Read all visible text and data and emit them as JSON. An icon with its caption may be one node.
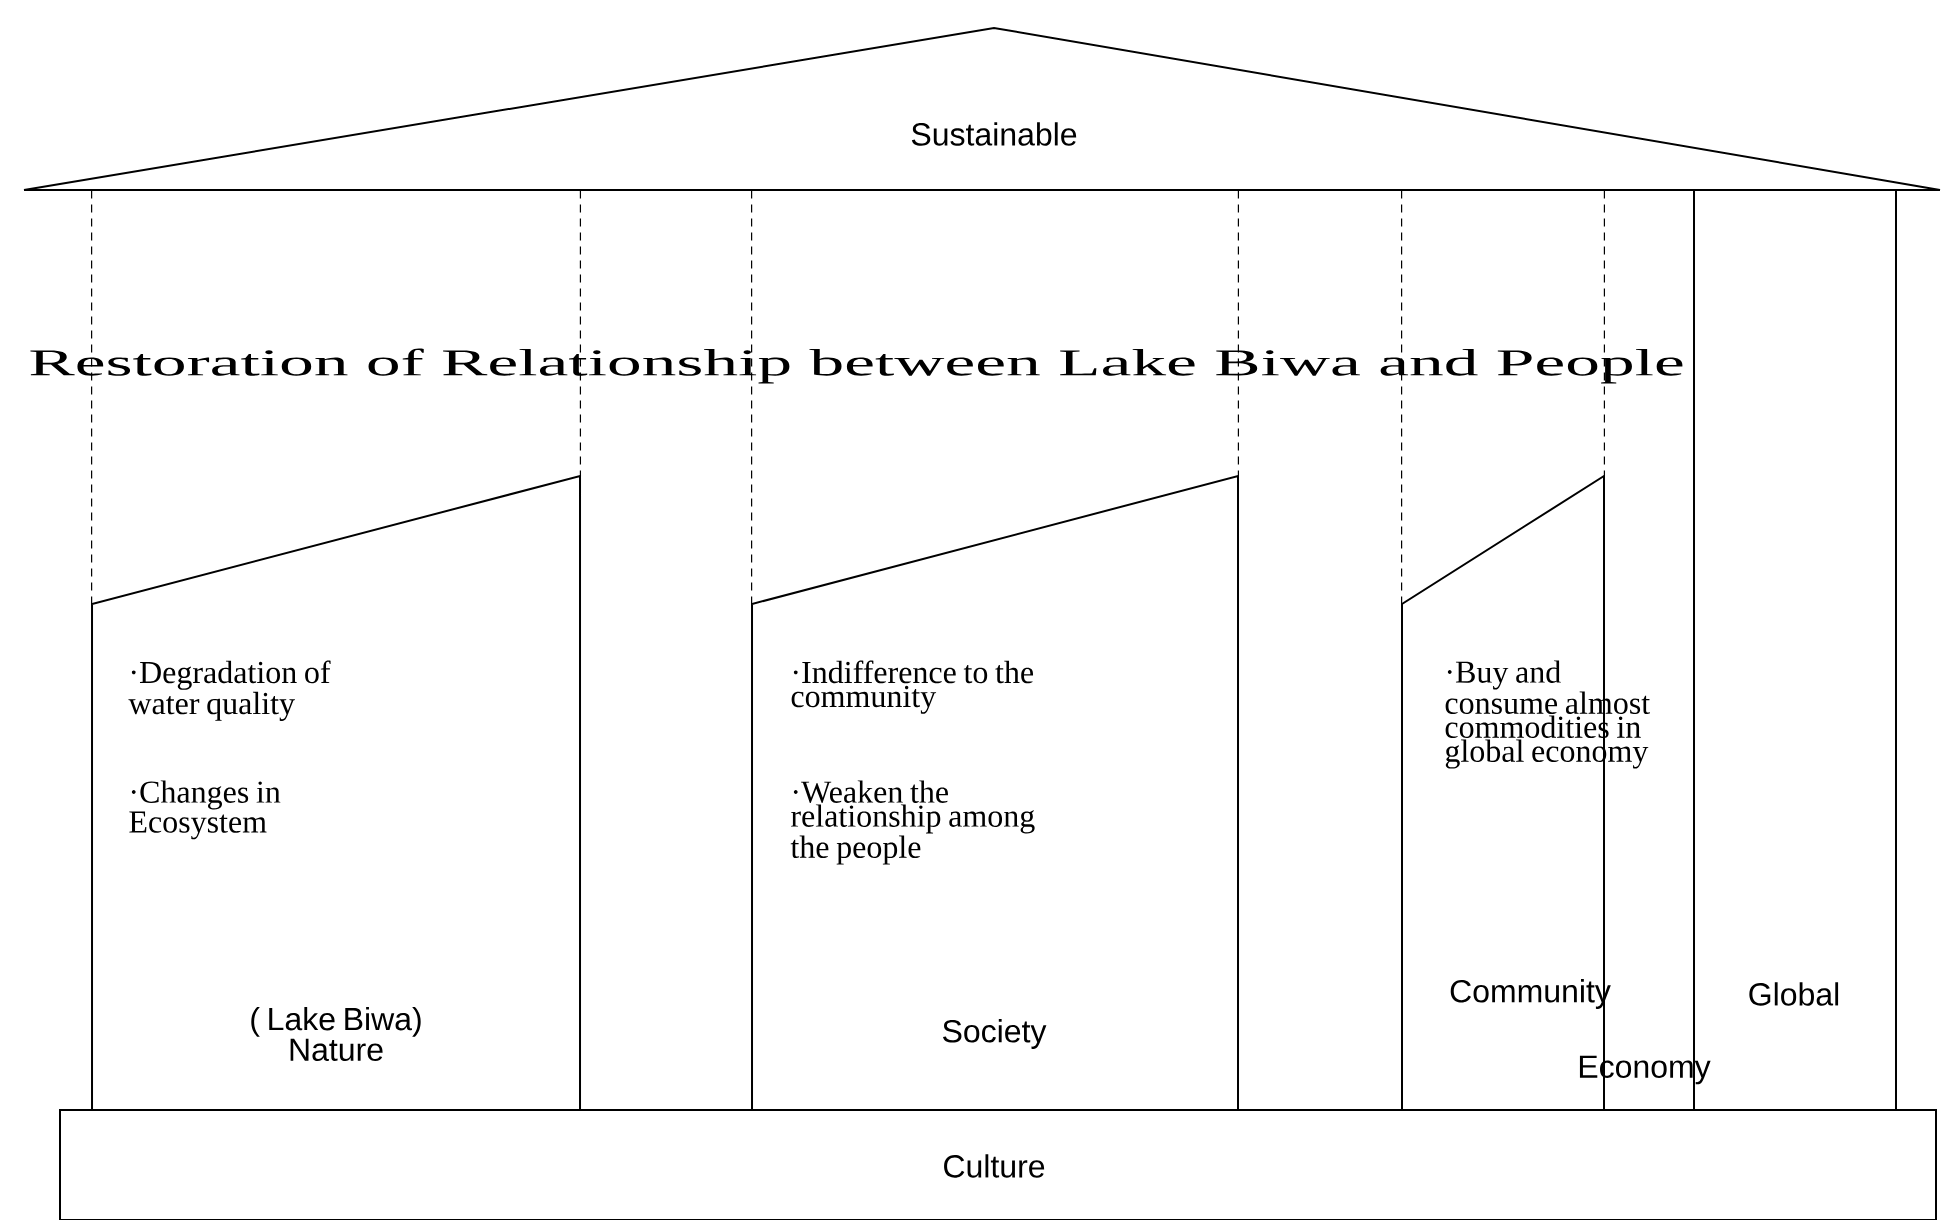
{
  "diagram": {
    "nodes": [
      {
        "text": [
          "Sustainable"
        ]
      },
      {
        "text": [
          "·Degradation of water quality",
          "·Changes in Ecosystem",
          "( Lake Biwa) Nature"
        ]
      },
      {
        "text": [
          "·Indifference to the community",
          "·Weaken the relationship among the people",
          "Society"
        ]
      },
      {
        "text": [
          "·Buy and consume almost commodities in global economy",
          "Community"
        ]
      },
      {
        "text": [
          "Global"
        ]
      },
      {
        "text": [
          "Culture"
        ]
      }
    ],
    "edges": [
      {
        "from": 0,
        "to": 1,
        "arrow": "none",
        "style": "dashed"
      },
      {
        "from": 0,
        "to": 1,
        "arrow": "none",
        "style": "dashed"
      },
      {
        "from": 0,
        "to": 2,
        "arrow": "none",
        "style": "dashed"
      },
      {
        "from": 0,
        "to": 2,
        "arrow": "none",
        "style": "dashed"
      },
      {
        "from": 0,
        "to": 3,
        "arrow": "none",
        "style": "dashed"
      },
      {
        "from": 0,
        "to": 3,
        "arrow": "none",
        "style": "dashed"
      }
    ],
    "labels": [
      "Restoration of Relationship between Lake Biwa and People",
      "Economy"
    ]
  }
}
